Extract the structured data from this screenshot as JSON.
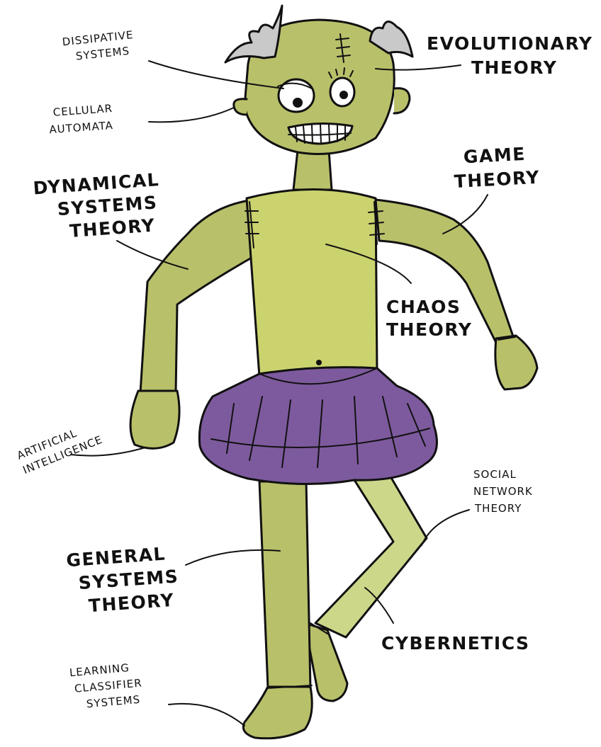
{
  "colors": {
    "skin": "#b9c06a",
    "skin_light": "#cdd78a",
    "torso": "#cbd36e",
    "tutu": "#7d5a9e",
    "tutu_dark": "#634483",
    "hair": "#c9c9c9",
    "ink": "#111111"
  },
  "labels": {
    "dissipative_systems": [
      "DISSIPATIVE",
      "SYSTEMS"
    ],
    "cellular_automata": [
      "CELLULAR",
      "AUTOMATA"
    ],
    "evolutionary_theory": [
      "EVOLUTIONARY",
      "THEORY"
    ],
    "dynamical_systems_theory": [
      "DYNAMICAL",
      "SYSTEMS",
      "THEORY"
    ],
    "game_theory": [
      "GAME",
      "THEORY"
    ],
    "chaos_theory": [
      "CHAOS",
      "THEORY"
    ],
    "artificial_intelligence": [
      "ARTIFICIAL",
      "INTELLIGENCE"
    ],
    "social_network_theory": [
      "SOCIAL",
      "NETWORK",
      "THEORY"
    ],
    "general_systems_theory": [
      "GENERAL",
      "SYSTEMS",
      "THEORY"
    ],
    "cybernetics": [
      "CYBERNETICS"
    ],
    "learning_classifier_systems": [
      "LEARNING",
      "CLASSIFIER",
      "SYSTEMS"
    ]
  }
}
